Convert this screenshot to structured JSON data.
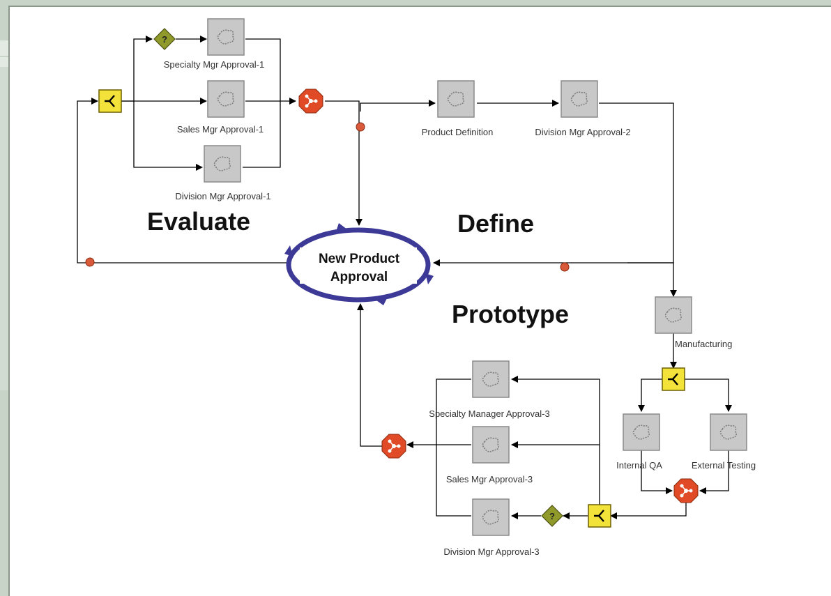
{
  "phases": {
    "evaluate": "Evaluate",
    "define": "Define",
    "prototype": "Prototype"
  },
  "center": {
    "line1": "New Product",
    "line2": "Approval"
  },
  "tasks": {
    "specialty1": "Specialty Mgr Approval-1",
    "sales1": "Sales Mgr Approval-1",
    "division1": "Division Mgr Approval-1",
    "product_def": "Product Definition",
    "division2": "Division Mgr Approval-2",
    "manufacturing": "Manufacturing",
    "internal_qa": "Internal QA",
    "external_testing": "External Testing",
    "specialty3": "Specialty Manager Approval-3",
    "sales3": "Sales Mgr Approval-3",
    "division3": "Division Mgr Approval-3"
  },
  "colors": {
    "task_fill": "#c8c8c8",
    "split_fill": "#f2e23a",
    "decision_fill": "#8f9a2a",
    "join_fill": "#e04a26",
    "cycle_stroke": "#3c3a96",
    "dot_fill": "#d85a3a"
  }
}
